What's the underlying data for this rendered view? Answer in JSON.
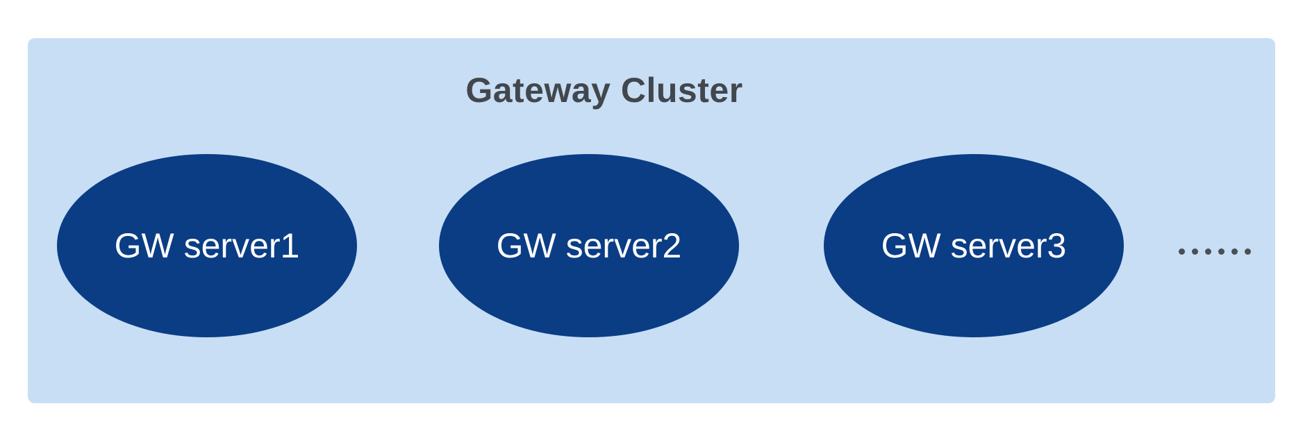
{
  "diagram": {
    "title": "Gateway Cluster",
    "colors": {
      "page_background": "#ffffff",
      "cluster_background": "#c7def5",
      "title_text": "#42474d",
      "server_fill": "#0b3d85",
      "server_text": "#ffffff",
      "dots": "#4b4f54"
    },
    "servers": [
      {
        "label": "GW server1"
      },
      {
        "label": "GW server2"
      },
      {
        "label": "GW server3"
      }
    ],
    "more_indicator": "……"
  }
}
